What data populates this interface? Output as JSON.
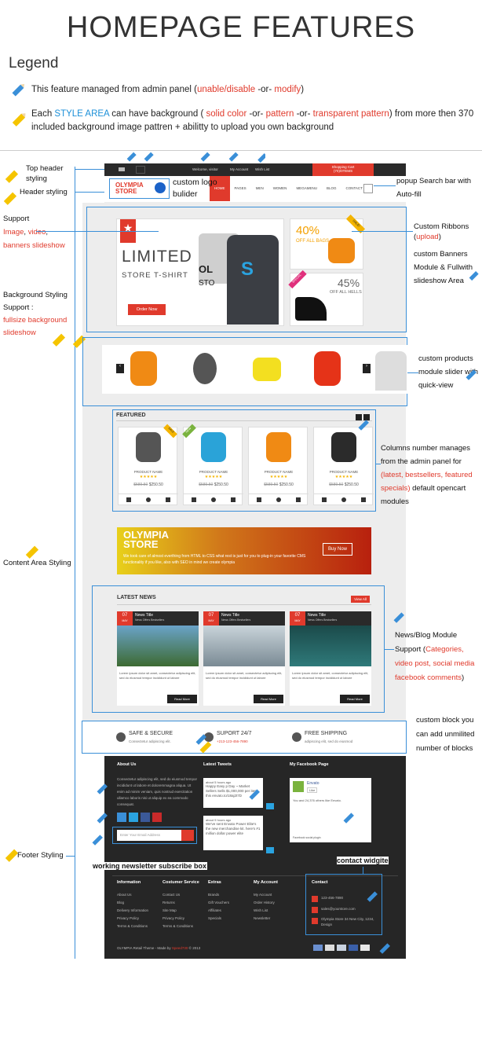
{
  "title": "HOMEPAGE FEATURES",
  "legend": {
    "heading": "Legend",
    "row1": {
      "a": "This feature managed from admin panel (",
      "b": "unable/disable",
      "c": " -or- ",
      "d": "modify",
      "e": ")"
    },
    "row2": {
      "a": "Each ",
      "b": "STYLE AREA",
      "c": " can have background ( ",
      "d": "solid color",
      "e": " -or- ",
      "f": "pattern",
      "g": " -or- ",
      "h": "transparent pattern",
      "i": ") from more then 370 included background image pattren + abilitty to upload you own background"
    }
  },
  "annotations": {
    "top_header": "Top header styling",
    "header": "Header styling",
    "logo": "custom logo bulider",
    "search": "popup Search bar with Auto-fill",
    "support_a": "Support",
    "support_b": "Image",
    "support_c": ", ",
    "support_d": "video",
    "support_e": ",",
    "support_f": "banners slideshow",
    "ribbons_a": "Custom Ribbons (",
    "ribbons_b": "upload",
    "ribbons_c": ")",
    "banners": "custom Banners Module & Fullwith slideshow Area",
    "bg_a": "Background Styling Support :",
    "bg_b": "fullsize background slideshow",
    "products": "custom products module  slider with quick-view",
    "columns_a": "Columns number manages from the admin panel for",
    "columns_b": "(latest, bestsellers, featured specials)",
    "columns_c": " default opencart modules",
    "content": "Content Area Styling",
    "news_a": "News/Blog Module Support (",
    "news_b": "Categories, video post, social media facebook comments",
    "news_c": ")",
    "block": "custom block you can add unmilited number of blocks",
    "footer": "Footer Styling",
    "newsletter": "working newsletter subscribe box",
    "contact": "contact widgite"
  },
  "site": {
    "topbar": {
      "welcome": "Welcome, visitor",
      "account": "My Account",
      "wishlist": "Wish List",
      "cart": "Shopping Cart",
      "cart_sub": "(70)/0TEMS"
    },
    "logo": {
      "line1": "OLYMPIA",
      "line2": "STORE"
    },
    "nav": [
      "HOME",
      "PAGES",
      "MEN",
      "WOMEN",
      "MEGAMENU",
      "BLOG",
      "CONTACT"
    ],
    "slide": {
      "big": "LIMITED",
      "sub": "STORE T-SHIRT",
      "cut": "OL",
      "cut2": "STO",
      "button": "Order Now"
    },
    "banner1": {
      "pct": "40%",
      "txt": "OFF ALL BAGS",
      "tag": "SALE!"
    },
    "banner2": {
      "pct": "45%",
      "txt": "OFF ALL HELLS",
      "tag": "SPECIAL"
    },
    "featured": {
      "title": "FEATURED",
      "name": "PRODUCT NAME",
      "old": "$589.50",
      "price": "$250.50",
      "stars": "★★★★★",
      "tag1": "SALE",
      "tag2": "NEW"
    },
    "promo": {
      "t1": "OLYMPIA",
      "t2": "STORE",
      "text": "We took care of almost everthing from HTML to CSS what rest is just for you to plug-in your favorite CMS functionality if you like, also with SEO in mind we create olympia",
      "button": "Buy Now"
    },
    "news": {
      "title": "LATEST NEWS",
      "viewall": "View All",
      "day": "07",
      "month": "MAY",
      "item": "News Title",
      "sub": "News Offers Bestsellers",
      "body": "Lorem ipsum dolor sit amet, consectetur adipiscing elit, sed do eiusmod tempor incididunt ut labore",
      "more": "Read More"
    },
    "infobar": [
      {
        "t": "SAFE & SECURE",
        "s": "Consectetur adipiscing elit."
      },
      {
        "t": "SUPORT 24/7",
        "s": "+213-123-456-7890"
      },
      {
        "t": "FREE SHIPPING",
        "s": "adipiscing elit, sed do eiusmod"
      }
    ],
    "footer": {
      "about_h": "About Us",
      "about": "Consectetur adipiscing elit, sed do eiusmod tempor incididunt ut labore et doloremmagna aliqua. Ut enim ad minim veniam, quis nostrud exercitation ullamco laboris nisi ut aliquip ex ea commodo consequat.",
      "tweets_h": "Latest Tweets",
      "tweet_time1": "about 5 hours ago",
      "tweet1": "Happy Easy p Day ~ Market Sellers Sells $1,000,000 per item this envato.to/18aj2t7D",
      "tweet_time2": "about 9 hours ago",
      "tweet2": "We've sent Envato Power Elite's the new merchandise kit. here's #1 million dollar power elite",
      "fb_h": "My Facebook Page",
      "fb_name": "Envato",
      "fb_like": "Like",
      "fb_text": "You and 24,376 others like Envato.",
      "fb_plugin": "Facebook social plugin",
      "newsletter_ph": "Enter Your Email Address",
      "cols": [
        {
          "h": "Information",
          "items": [
            "About Us",
            "Blog",
            "Delivery Information",
            "Privacy Policy",
            "Terms & Conditions"
          ]
        },
        {
          "h": "Costumer Service",
          "items": [
            "Contact Us",
            "Returns",
            "Site Map",
            "Privacy Policy",
            "Terms & Conditions"
          ]
        },
        {
          "h": "Extras",
          "items": [
            "Brands",
            "Gift Vouchers",
            "Affiliates",
            "Specials"
          ]
        },
        {
          "h": "My Account",
          "items": [
            "My Account",
            "Order History",
            "Wish List",
            "Newsletter"
          ]
        }
      ],
      "contact_h": "Contact",
      "phone": "123-456-7890",
      "email": "sales@yourstore.com",
      "address": "Olympia Store 34 New City, 1234, Design",
      "copy_a": "OLYMPIA Retail Theme - Made by ",
      "copy_b": "Speed730",
      "copy_c": " © 2013"
    }
  },
  "colors": {
    "accent": "#e03a2c",
    "annot": "#3a8fd8",
    "pencil": "#f5c400"
  }
}
